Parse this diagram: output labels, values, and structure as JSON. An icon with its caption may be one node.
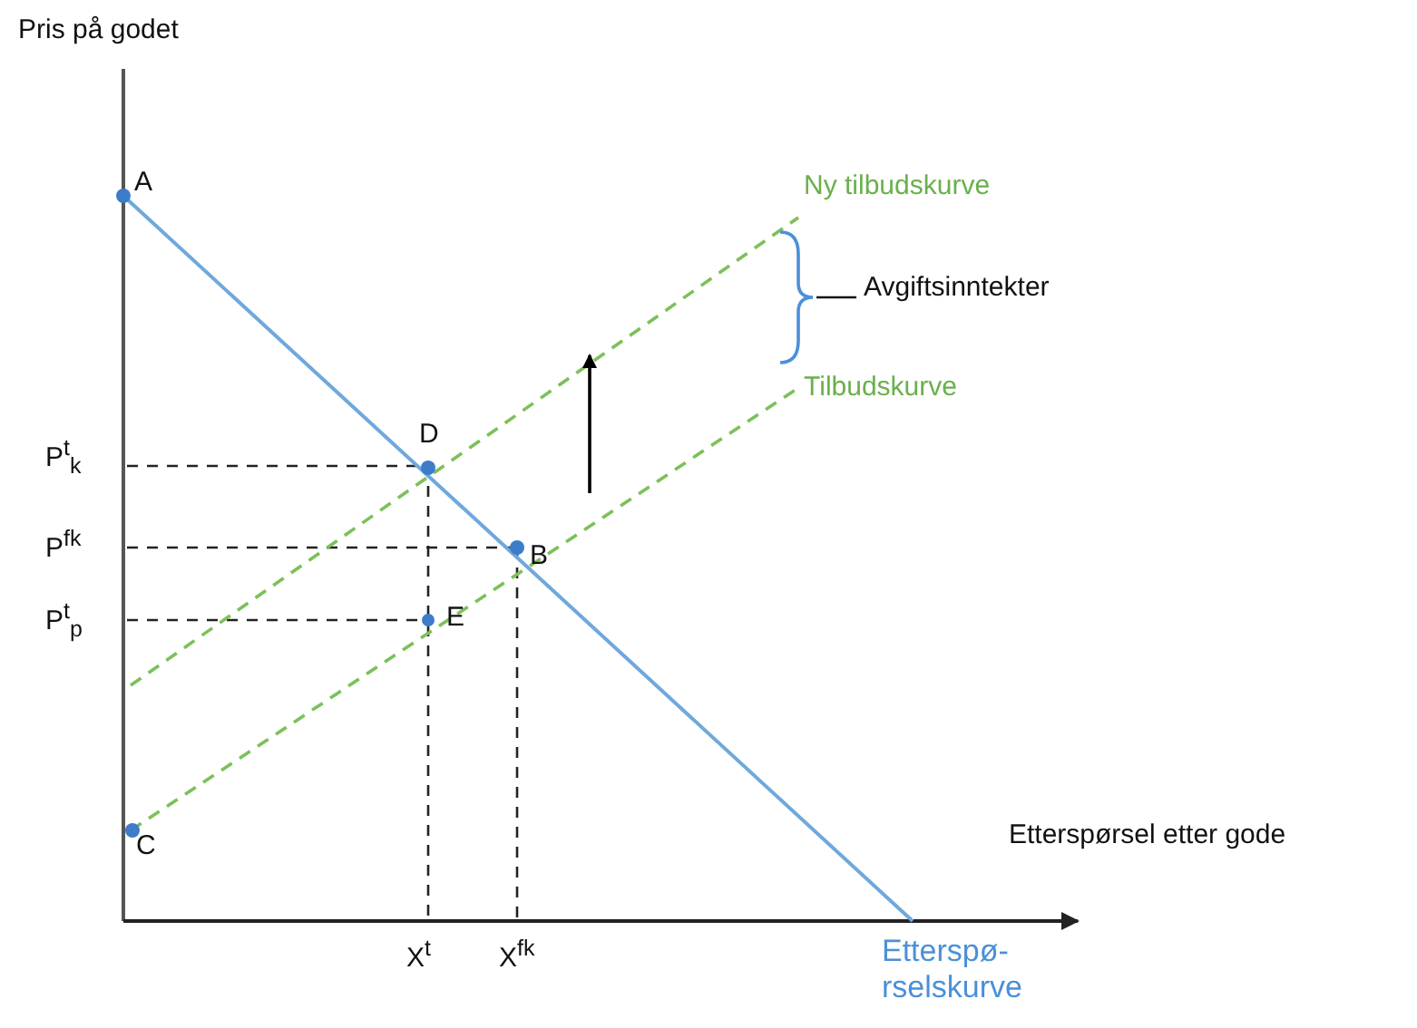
{
  "diagram": {
    "labels": [
      "Pris på godet",
      "A",
      "Ny tilbudskurve",
      "Avgiftsinntekter",
      "Tilbudskurve",
      "P$^{t}$$_{k}$",
      "D",
      "P$^{fk}$",
      "B",
      "P$^{t}$$_{p}$",
      "E",
      "C",
      "Etterspørsel etter gode",
      "X$^{t}$",
      "X$^{fk}$",
      "Etterspø- rselskurve"
    ]
  }
}
